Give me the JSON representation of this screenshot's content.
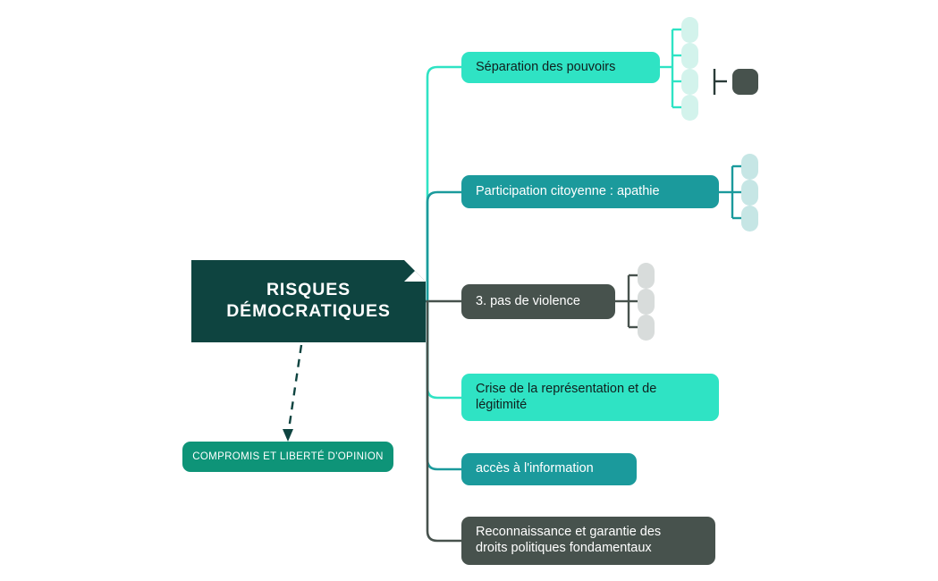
{
  "diagram": {
    "type": "mind-map",
    "background": "#ffffff",
    "orientation": "left-to-right"
  },
  "palette": {
    "root_dark_teal": "#0E4440",
    "bright_turquoise": "#2FE3C4",
    "medium_teal": "#1B9A9C",
    "slate_gray": "#47524D",
    "green_teal": "#0E9478",
    "pale_mint": "#D3F3EC",
    "pale_aqua": "#C6E6E5",
    "pale_gray": "#D8DCDB",
    "text_dark": "#10201E",
    "text_light": "#FFFFFF"
  },
  "root": {
    "label": "RISQUES\nDÉMOCRATIQUES",
    "color": "#0E4440",
    "text_color": "#FFFFFF",
    "has_folded_corner": true
  },
  "floating": {
    "label": "COMPROMIS ET LIBERTÉ D'OPINION",
    "color": "#0E9478",
    "text_color": "#FFFFFF",
    "connector": "dashed-arrow"
  },
  "branches": [
    {
      "label": "Séparation des pouvoirs",
      "color": "#2FE3C4",
      "text_color": "#10201E",
      "edge_color": "#2FE3C4",
      "leaf_color": "#D3F3EC",
      "leaf_count": 4
    },
    {
      "label": "Participation citoyenne : apathie",
      "color": "#1B9A9C",
      "text_color": "#FFFFFF",
      "edge_color": "#1B9A9C",
      "leaf_color": "#C6E6E5",
      "leaf_count": 3
    },
    {
      "label": "3. pas de violence",
      "color": "#47524D",
      "text_color": "#FFFFFF",
      "edge_color": "#47524D",
      "leaf_color": "#D8DCDB",
      "leaf_count": 3
    },
    {
      "label": "Crise de la représentation et de\nlégitimité",
      "color": "#2FE3C4",
      "text_color": "#10201E",
      "edge_color": "#2FE3C4",
      "leaf_color": null,
      "leaf_count": 0
    },
    {
      "label": "accès à l'information",
      "color": "#1B9A9C",
      "text_color": "#FFFFFF",
      "edge_color": "#1B9A9C",
      "leaf_color": null,
      "leaf_count": 0
    },
    {
      "label": "Reconnaissance et garantie des\ndroits politiques fondamentaux",
      "color": "#47524D",
      "text_color": "#FFFFFF",
      "edge_color": "#47524D",
      "leaf_color": null,
      "leaf_count": 0
    }
  ],
  "detached_marker": {
    "shape": "rounded-square",
    "color": "#47524D",
    "has_tick_connector": true
  }
}
